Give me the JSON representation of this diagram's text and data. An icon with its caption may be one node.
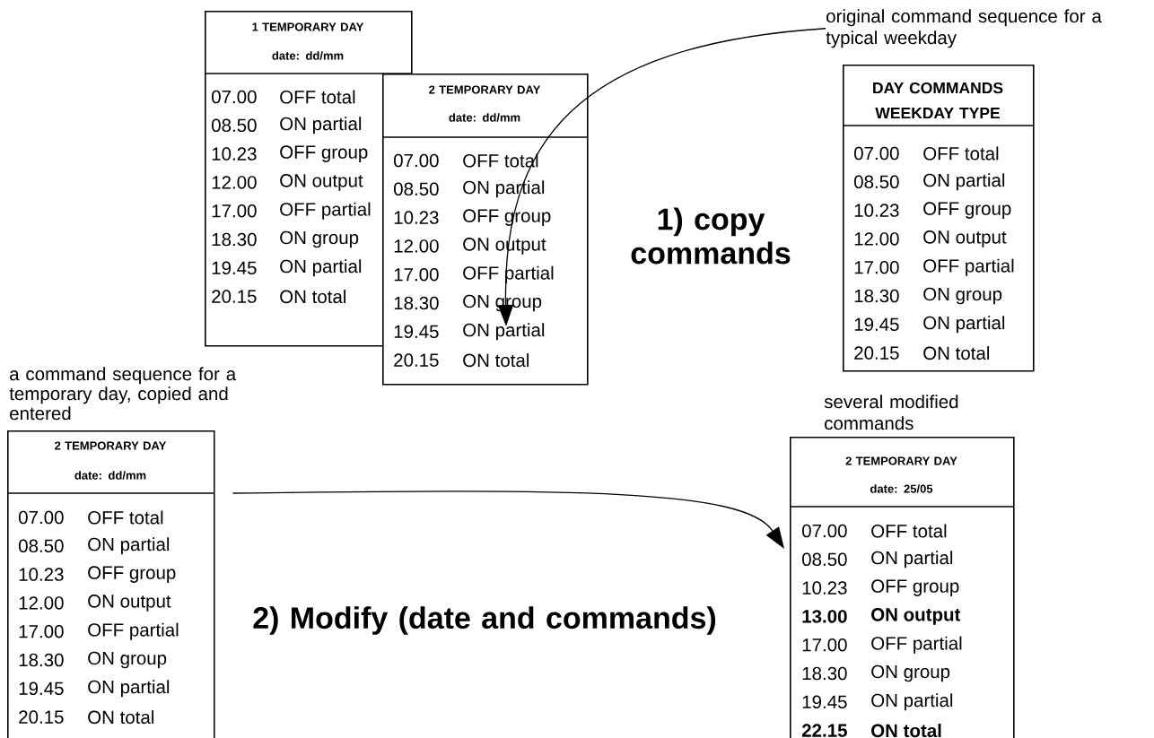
{
  "diagram": {
    "nodes": [
      {
        "text": [
          "1 TEMPORARY DAY",
          "date: dd/mm",
          "07.00",
          "OFF total",
          "08.50",
          "ON partial",
          "10.23",
          "OFF group",
          "12.00",
          "ON output",
          "17.00",
          "OFF partial",
          "18.30",
          "ON group",
          "19.45",
          "ON partial",
          "20.15",
          "ON total"
        ]
      },
      {
        "text": [
          "2 TEMPORARY DAY",
          "date: dd/mm",
          "07.00",
          "OFF total",
          "08.50",
          "ON partial",
          "10.23",
          "OFF group",
          "12.00",
          "ON output",
          "17.00",
          "OFF partial",
          "18.30",
          "ON group",
          "19.45",
          "ON partial",
          "20.15",
          "ON total"
        ]
      },
      {
        "text": [
          "DAY COMMANDS WEEKDAY TYPE",
          "07.00",
          "OFF total",
          "08.50",
          "ON partial",
          "10.23",
          "OFF group",
          "12.00",
          "ON output",
          "17.00",
          "OFF partial",
          "18.30",
          "ON group",
          "19.45",
          "ON partial",
          "20.15",
          "ON total"
        ],
        "beside": [
          "original command sequence for a typical weekday"
        ]
      },
      {
        "text": [
          "2 TEMPORARY DAY",
          "date: dd/mm",
          "07.00",
          "OFF total",
          "08.50",
          "ON partial",
          "10.23",
          "OFF group",
          "12.00",
          "ON output",
          "17.00",
          "OFF partial",
          "18.30",
          "ON group",
          "19.45",
          "ON partial",
          "20.15",
          "ON total"
        ],
        "beside": [
          "a command sequence for a temporary day, copied and entered"
        ]
      },
      {
        "text": [
          "2 TEMPORARY DAY",
          "date: 25/05",
          "07.00",
          "OFF total",
          "08.50",
          "ON partial",
          "10.23",
          "OFF group",
          "**13.00**",
          "**ON output**",
          "17.00",
          "OFF partial",
          "18.30",
          "ON group",
          "19.45",
          "ON partial",
          "**22.15**",
          "**ON total**"
        ],
        "beside": [
          "several modified commands"
        ]
      }
    ],
    "edges": [
      {
        "from": 2,
        "to": 1,
        "arrow": "to",
        "label": "1) copy commands"
      },
      {
        "from": 3,
        "to": 4,
        "arrow": "to",
        "label": "2) Modify (date and commands)"
      }
    ]
  }
}
